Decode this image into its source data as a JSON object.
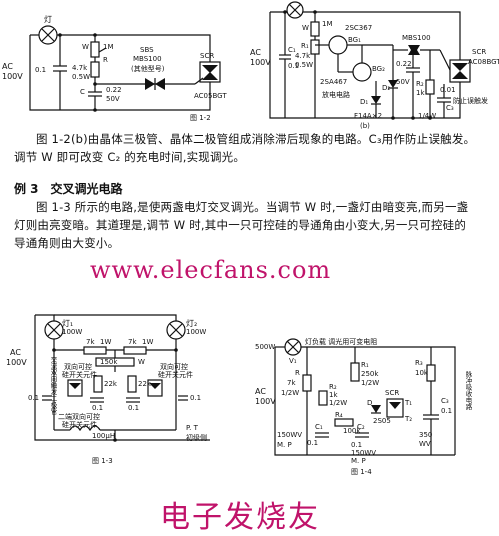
{
  "fig_a": {
    "ac_label": "AC",
    "ac_volts": "100V",
    "lamp": "灯",
    "cap_c1": "0.1",
    "pot_w": "W",
    "pot_w_val": "1M",
    "res_r": "R",
    "res_r_val": "4.7k",
    "res_r_power": "0.5W",
    "cap_c_label": "C",
    "cap_c_val": "0.22",
    "cap_c_volt": "50V",
    "sbs_label": "SBS",
    "sbs_part": "MBS100",
    "sbs_note": "(其他型号)",
    "scr_label": "SCR",
    "scr_part": "AC05BGT",
    "caption": "图 1-2"
  },
  "fig_b": {
    "ac_label": "AC",
    "ac_volts": "100V",
    "cap_c1": "C₁",
    "cap_c1_val": "0.1",
    "pot_w": "W",
    "pot_w_val": "1M",
    "r1_label": "R₁",
    "r1_val": "4.7k",
    "r1_power": "0.5W",
    "q1": "2SC367",
    "bg1": "BG₁",
    "q2": "2SA467",
    "bg2": "BG₂",
    "bleed": "放电电路",
    "d1": "D₁",
    "d2": "D₂",
    "diode_part": "F14A×2",
    "mbs": "MBS100",
    "cap_c2": "0.22",
    "cap_c2_volt": "50V",
    "r2_label": "R₂",
    "r2_val": "1k",
    "r2_power": "1/4W",
    "c3_label": "C₃",
    "c3_val": "0.01",
    "scr_label": "SCR",
    "scr_part": "AC08BGT",
    "anti_false": "防止误触发",
    "caption": "(b)"
  },
  "text": {
    "para1_line1": "图 1-2(b)由晶体三极管、晶体二极管组成消除滞后现象的电路。C₃用作防止误触发。",
    "para1_line2": "调节 W 即可改变 C₂ 的充电时间,实现调光。",
    "example_heading": "例 3　交叉调光电路",
    "para2_line1": "图 1-3 所示的电路,是使两盏电灯交叉调光。当调节 W 时,一盏灯由暗变亮,而另一盏",
    "para2_line2": "灯则由亮变暗。其道理是,调节 W 时,其中一只可控硅的导通角由小变大,另一只可控硅的",
    "para2_line3": "导通角则由大变小。",
    "watermark": "www.elecfans.com",
    "footer": "电子发烧友"
  },
  "fig_3": {
    "ac_label": "AC",
    "ac_volts": "100V",
    "lamp1": "灯₁",
    "lamp1_w": "100W",
    "lamp2": "灯₂",
    "lamp2_w": "100W",
    "r7k_left": "7k",
    "r1w_left": "1W",
    "r7k_right": "7k",
    "r1w_right": "1W",
    "pot": "150k",
    "pot_w": "W",
    "r22k_a": "22k",
    "r22k_b": "22k",
    "c01_left": "0.1",
    "c01_right": "0.1",
    "c_mid_a": "0.1",
    "c_mid_b": "0.1",
    "sw_left_a": "双向可控",
    "sw_left_b": "硅开关元件",
    "sw_right_a": "双向可控",
    "sw_right_b": "硅开关元件",
    "bottom_left_a": "二端双向可控",
    "bottom_left_b": "硅开关元件",
    "inductor": "100μH",
    "pt": "P. T",
    "pt_note": "初级侧",
    "left_vert": "交流双向触发二极管",
    "caption": "图 1-3"
  },
  "fig_4": {
    "lamp_w": "500W",
    "lamp_label": "灯负载 调光用可变电阻",
    "v1": "V₁",
    "r_left": "R",
    "r_left_val": "7k",
    "r_left_pw": "1/2W",
    "r2_label": "R₂",
    "r2_val": "1k",
    "r2_pw": "1/2W",
    "r1_label": "R₁",
    "r1_val": "250k",
    "r3_label": "R₃",
    "r3_val": "10k",
    "r4_label": "R₄",
    "r4_val": "100k",
    "c1_label": "C₁",
    "c1_val": "0.1",
    "c1_volt": "150WV",
    "c2_label": "C₂",
    "c2_val": "0.1",
    "c2_volt": "150WV",
    "d_label": "D",
    "d_part": "2S05",
    "scr": "SCR",
    "t1": "T₁",
    "t2": "T₂",
    "c3_label": "C₃",
    "c3_val": "0.1",
    "c3_volt": "350",
    "c3_wv": "WV",
    "mp": "M. P",
    "mp2": "M. P",
    "ac_label": "AC",
    "ac_volts": "100V",
    "pulse": "脉冲吸收电路",
    "caption": "图 1-4"
  }
}
